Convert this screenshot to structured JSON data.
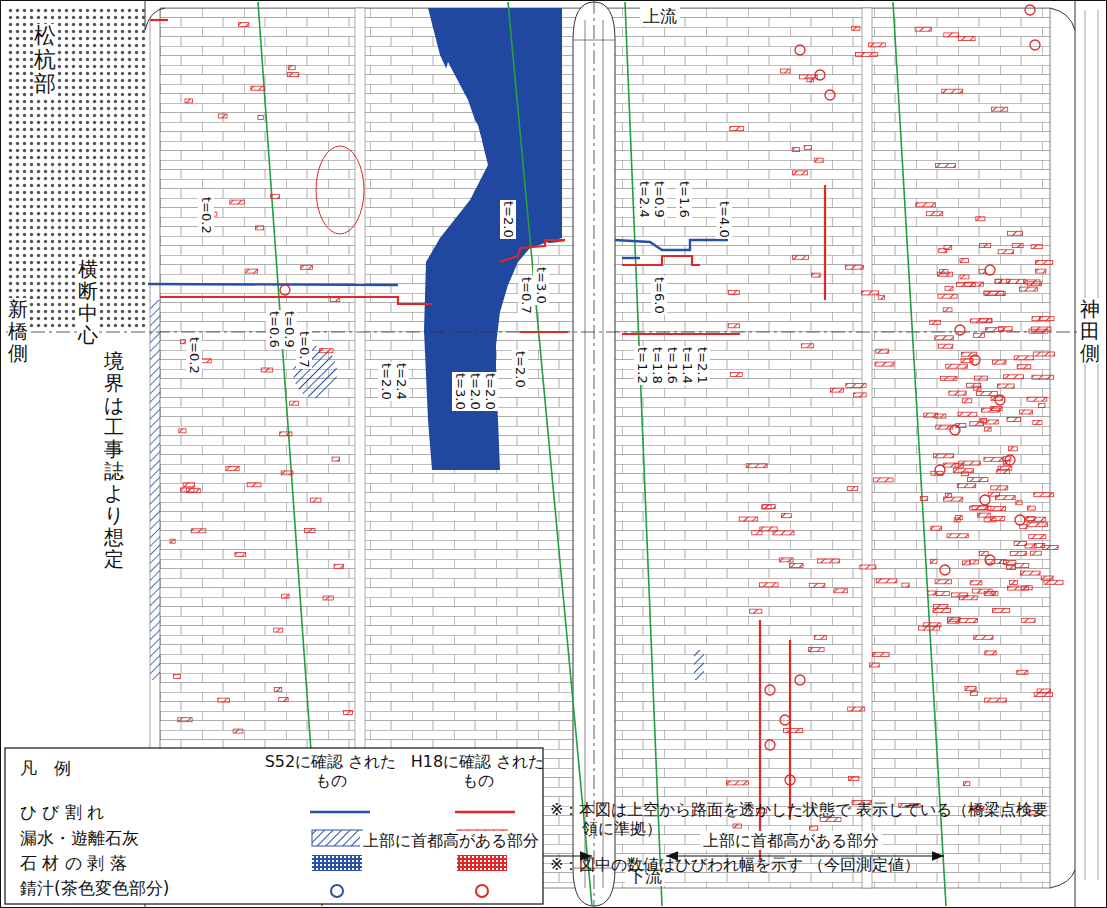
{
  "diagram": {
    "labels": [
      "上流",
      "松杭部",
      "新橋側",
      "横断中心",
      "境界は工事誌より想定",
      "神田側",
      "t=0.2",
      "t=0.2",
      "t=0.6",
      "t=0.9",
      "t=0.7",
      "t=2.0",
      "t=2.4",
      "t=2.0",
      "t=0.7",
      "t=3.0",
      "t=3.0",
      "t=2.0",
      "t=2.0",
      "t=2.0",
      "t=2.4",
      "t=0.9",
      "t=6.0",
      "t=1.6",
      "t=4.0",
      "t=1.2",
      "t=1.8",
      "t=1.6",
      "t=1.4",
      "t=2.1",
      "上部に首都高がある部分",
      "上部に首都高がある部分",
      "下流",
      "凡　例",
      "S52に確認 されたもの",
      "H18に確認 されたもの",
      "※：本図は上空から路面を透かした状態で 表示している（橋梁点検要領に準拠）",
      "※：図中の数値はひびわれ幅を示す （今回測定値）"
    ],
    "legend": [
      {
        "text": "ひ び 割 れ"
      },
      {
        "text": "漏水・遊離石灰"
      },
      {
        "text": "石 材 の 剥 落"
      },
      {
        "text": "錆汁(茶色変色部分)"
      }
    ]
  }
}
